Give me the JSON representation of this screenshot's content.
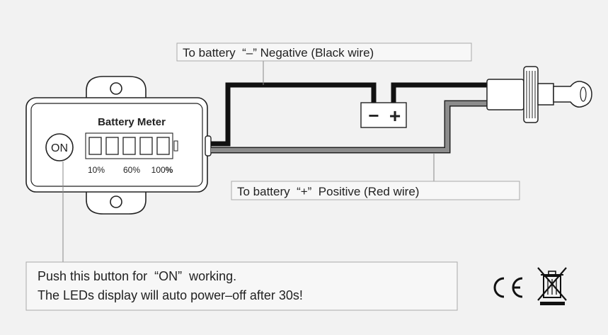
{
  "labels": {
    "negative": "To battery  “–” Negative (Black wire)",
    "positive": "To battery  “+”  Positive (Red wire)",
    "note_line1": "Push this button for  “ON”  working.",
    "note_line2": "The LEDs display will auto power–off after 30s!"
  },
  "meter": {
    "title": "Battery Meter",
    "button": "ON",
    "scale_10": "10%",
    "scale_60": "60%",
    "scale_100": "100",
    "scale_100_suffix": "%",
    "led_count": 5
  },
  "battery_symbol": {
    "minus": "−",
    "plus": "+"
  },
  "marks": {
    "ce": "CE"
  },
  "colors": {
    "background": "#f2f2f2",
    "black_wire": "#111111",
    "red_wire_drawn": "#8c8c8c",
    "outline": "#222222"
  }
}
